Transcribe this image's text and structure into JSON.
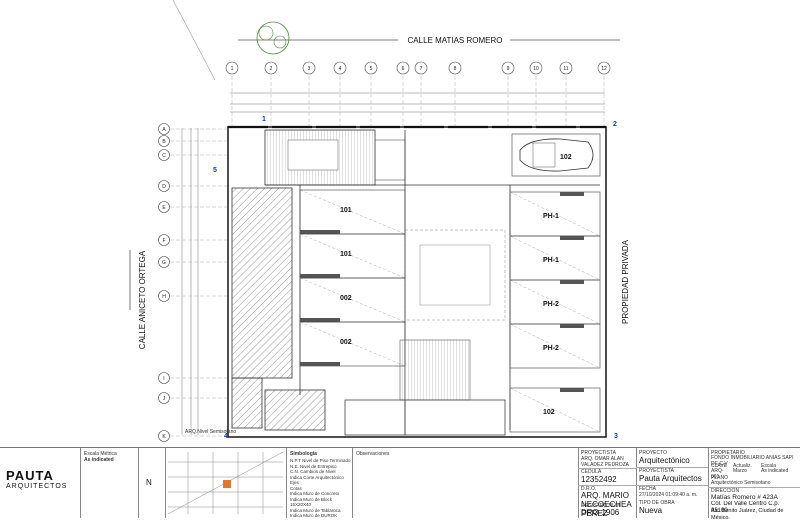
{
  "streets": {
    "top": "CALLE MATIAS ROMERO",
    "left": "CALLE ANICETO ORTEGA",
    "right": "PROPIEDAD PRIVADA"
  },
  "grid_cols": [
    "1",
    "2",
    "3",
    "4",
    "5",
    "6",
    "7",
    "8",
    "9",
    "10",
    "11",
    "12"
  ],
  "grid_rows": [
    "A",
    "B",
    "C",
    "D",
    "E",
    "F",
    "G",
    "H",
    "I",
    "J",
    "K"
  ],
  "units_left": [
    "101",
    "101",
    "002",
    "002"
  ],
  "units_right": [
    "PH-1",
    "PH-1",
    "PH-2",
    "PH-2",
    "102"
  ],
  "top_unit": "102",
  "corner_marks": [
    "1",
    "2",
    "3",
    "4",
    "5"
  ],
  "level_label": "ARQ.Nivel Semisotano",
  "title_block": {
    "logo_main": "PAUTA",
    "logo_sub": "ARQUITECTOS",
    "scale_label": "Escala Métrica",
    "scale_value": "As indicated",
    "north": "N",
    "legend_title": "Simbología",
    "legend_items": [
      "N.P.T Nivel de Piso Terminado",
      "N.E. Nivel de Entrepiso",
      "C.N. Cambios de Nivel",
      "Indica Corte Arquitectónico",
      "Ejes",
      "Cotas",
      "Indica Muro de Concreto",
      "Indica Muro de Block 15X20X40",
      "Indica Muro de Tablaroca",
      "Indica Muro de DUROK"
    ],
    "observations_label": "Observaciones",
    "responsable_label": "PROYECTISTA",
    "responsable_name": "ARQ. OMAR ALAN VALADEZ PEDROZA",
    "cedula_label": "CÉDULA",
    "cedula": "12352492",
    "dro_label": "D.R.O.",
    "dro_name": "ARQ. MARIO NECOECHEA PEREZ",
    "registro_label": "REGISTRO NÚM",
    "registro": "DRO-1906",
    "proyecto_label": "PROYECTO",
    "proyecto": "Arquitectónico",
    "proyectista_label": "PROYECTISTA",
    "proyectista": "Pauta Arquitectos",
    "fecha_label": "FECHA",
    "fecha": "27/10/2024 01:09:40 a. m.",
    "tipo_label": "TIPO DE OBRA",
    "tipo": "Nueva",
    "propietario_label": "PROPIETARIO",
    "propietario": "FONDO INMOBILIARIO ANIAS SAPI DE C.V",
    "clave_label": "CLAVE",
    "clave": "ARQ-001",
    "plano_label": "PLANO",
    "plano": "Arquitectónico Semisotano",
    "direccion_label": "DIRECCIÓN",
    "direccion_1": "Matías Romero # 423A",
    "direccion_2": "Col. Del Valle Centro C.p. 03100",
    "direccion_3": "Alc. Benito Juárez, Ciudad de México.",
    "actualizacion_label": "Actualiz.",
    "actualizacion": "Marzo",
    "escala_label": "Escala",
    "escala": "As indicated"
  }
}
